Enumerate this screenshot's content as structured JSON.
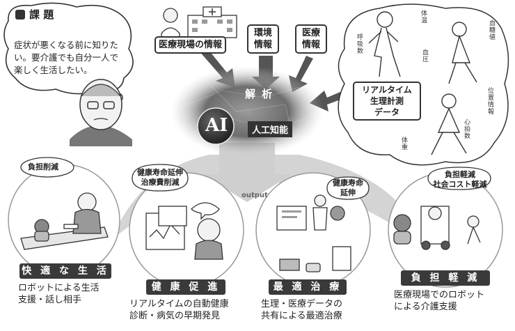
{
  "issue": {
    "heading": "課 題",
    "text": "症状が悪くなる前に知りたい。要介護でも自分一人で楽しく生活したい。"
  },
  "inputs": {
    "medical_site": "医療現場の情報",
    "environment": "環境\n情報",
    "medical": "医療\n情報",
    "realtime": "リアルタイム\n生理計測\nデータ",
    "vitals": [
      "体温",
      "血糖値",
      "呼吸数",
      "血圧",
      "位置情報",
      "心拍数",
      "体重"
    ]
  },
  "center": {
    "analysis": "解 析",
    "ai": "AI",
    "ai_label": "人工知能",
    "output": "output"
  },
  "outcomes": [
    {
      "tag": "負担削減",
      "title": "快 適 な 生 活",
      "desc": "ロボットによる生活\n支援・話し相手"
    },
    {
      "tag": "健康寿命延伸\n治療費削減",
      "title": "健 康 促 進",
      "desc": "リアルタイムの自動健康\n診断・病気の早期発見"
    },
    {
      "tag": "健康寿命\n延伸",
      "title": "最 適 治 療",
      "desc": "生理・医療データの\n共有による最適治療"
    },
    {
      "tag": "負担軽減\n社会コスト軽減",
      "title": "負 担 軽 減",
      "desc": "医療現場でのロボット\nによる介護支援"
    }
  ]
}
